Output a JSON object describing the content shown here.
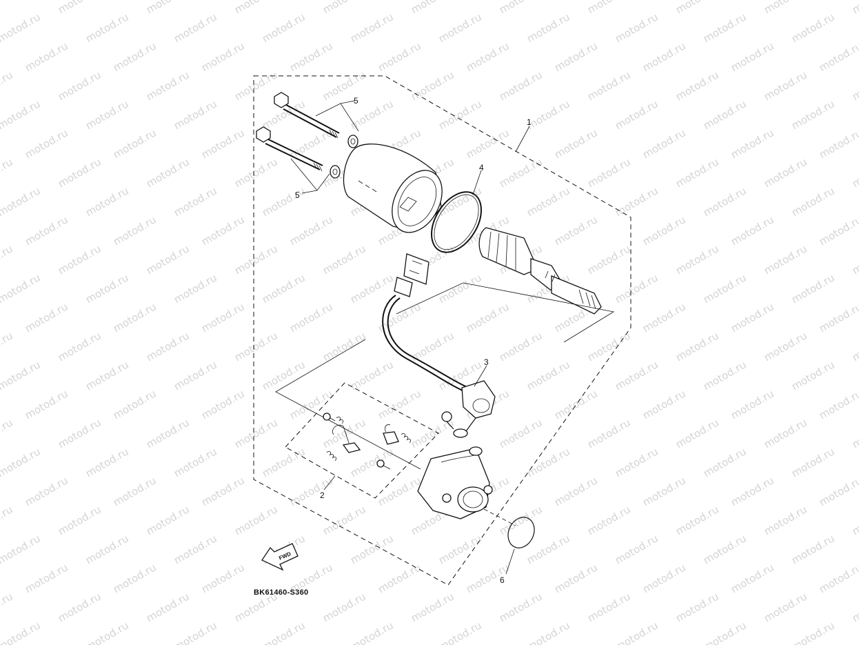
{
  "watermark": {
    "text": "motod.ru"
  },
  "diagram": {
    "reference_code": "BK61460-S360",
    "fwd_label": "FWD",
    "callouts": [
      "1",
      "2",
      "3",
      "4",
      "5",
      "5",
      "6"
    ]
  },
  "colors": {
    "line": "#111111",
    "watermark": "#d4d4d4",
    "background": "#ffffff"
  }
}
